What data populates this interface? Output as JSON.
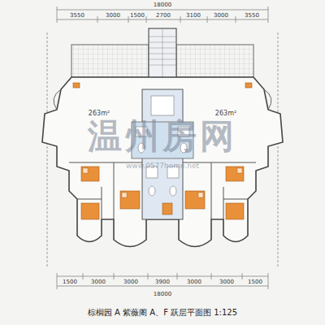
{
  "diagram": {
    "caption": "棕榈园 A 紫薇阁 A、F 跃层平面图 1:125",
    "labels": [
      "18000",
      "3550",
      "3000",
      "1500",
      "2700",
      "3100",
      "3000",
      "3550",
      "263m²",
      "263m²",
      "温州房网",
      "www.0577home.net",
      "1500",
      "3000",
      "3000",
      "3900",
      "3000",
      "3000",
      "1500",
      "18000"
    ]
  }
}
